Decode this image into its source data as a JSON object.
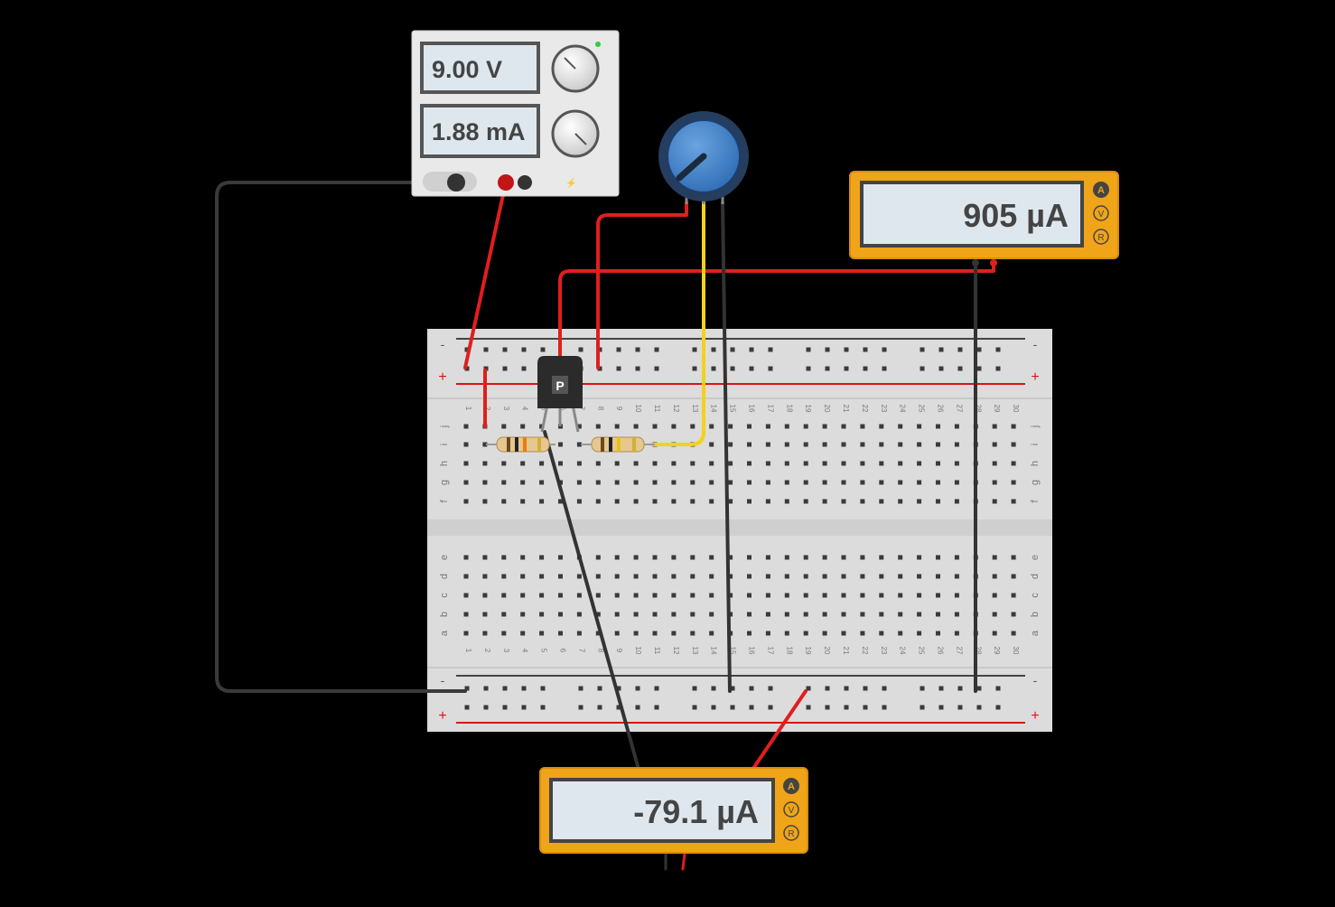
{
  "power_supply": {
    "voltage_display": "9.00 V",
    "current_display": "1.88 mA"
  },
  "ammeter_top": {
    "reading": "905 µA",
    "mode_a": "A",
    "mode_v": "V",
    "mode_r": "R"
  },
  "ammeter_bottom": {
    "reading": "-79.1 µA",
    "mode_a": "A",
    "mode_v": "V",
    "mode_r": "R"
  },
  "transistor": {
    "label": "P"
  },
  "breadboard": {
    "rail_minus": "-",
    "rail_plus": "+",
    "top_rows": [
      "j",
      "i",
      "h",
      "g",
      "f"
    ],
    "bottom_rows": [
      "e",
      "d",
      "c",
      "b",
      "a"
    ],
    "columns": [
      "1",
      "2",
      "3",
      "4",
      "5",
      "6",
      "7",
      "8",
      "9",
      "10",
      "11",
      "12",
      "13",
      "14",
      "15",
      "16",
      "17",
      "18",
      "19",
      "20",
      "21",
      "22",
      "23",
      "24",
      "25",
      "26",
      "27",
      "28",
      "29",
      "30"
    ]
  },
  "colors": {
    "wire_red": "#e01e1e",
    "wire_black": "#333333",
    "wire_yellow": "#f2d21b",
    "meter_orange": "#f0a418",
    "lcd": "#dfe7ee"
  }
}
